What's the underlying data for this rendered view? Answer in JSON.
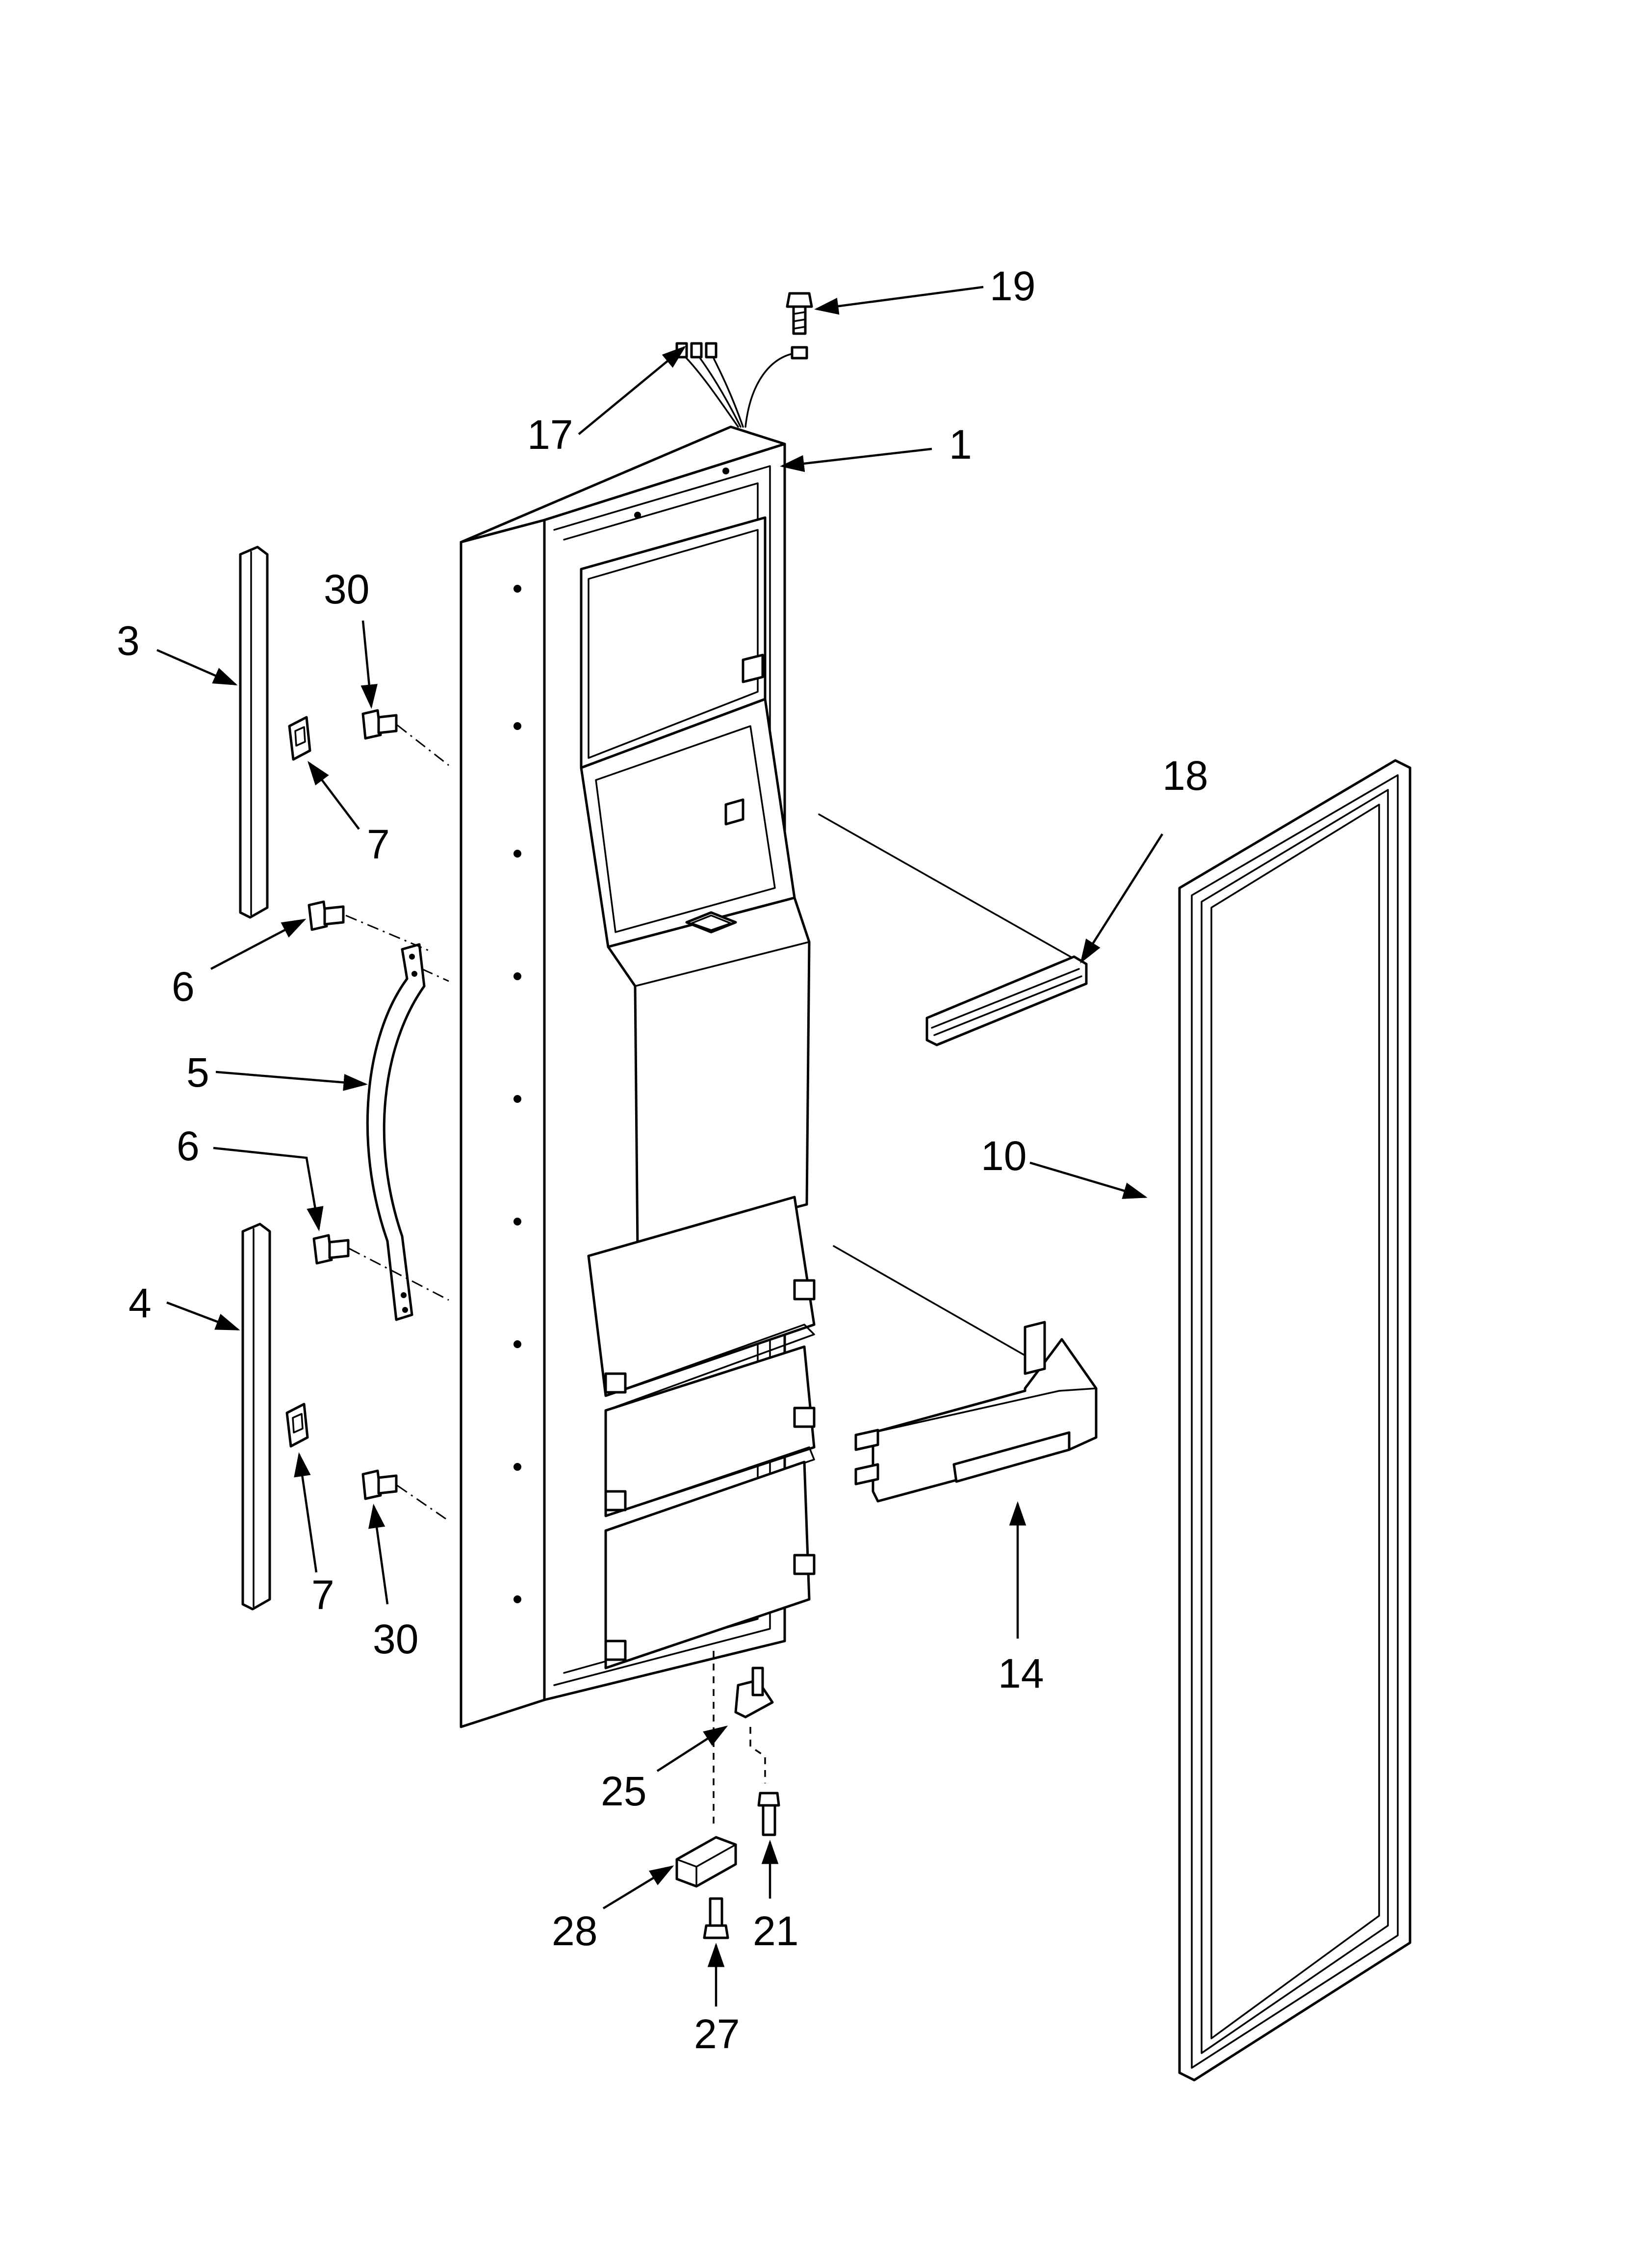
{
  "diagram": {
    "callouts": [
      {
        "id": "1",
        "label": "1"
      },
      {
        "id": "3",
        "label": "3"
      },
      {
        "id": "4",
        "label": "4"
      },
      {
        "id": "5",
        "label": "5"
      },
      {
        "id": "6a",
        "label": "6"
      },
      {
        "id": "6b",
        "label": "6"
      },
      {
        "id": "7a",
        "label": "7"
      },
      {
        "id": "7b",
        "label": "7"
      },
      {
        "id": "10",
        "label": "10"
      },
      {
        "id": "14",
        "label": "14"
      },
      {
        "id": "17",
        "label": "17"
      },
      {
        "id": "18",
        "label": "18"
      },
      {
        "id": "19",
        "label": "19"
      },
      {
        "id": "21",
        "label": "21"
      },
      {
        "id": "25",
        "label": "25"
      },
      {
        "id": "27",
        "label": "27"
      },
      {
        "id": "28",
        "label": "28"
      },
      {
        "id": "30a",
        "label": "30"
      },
      {
        "id": "30b",
        "label": "30"
      }
    ]
  }
}
